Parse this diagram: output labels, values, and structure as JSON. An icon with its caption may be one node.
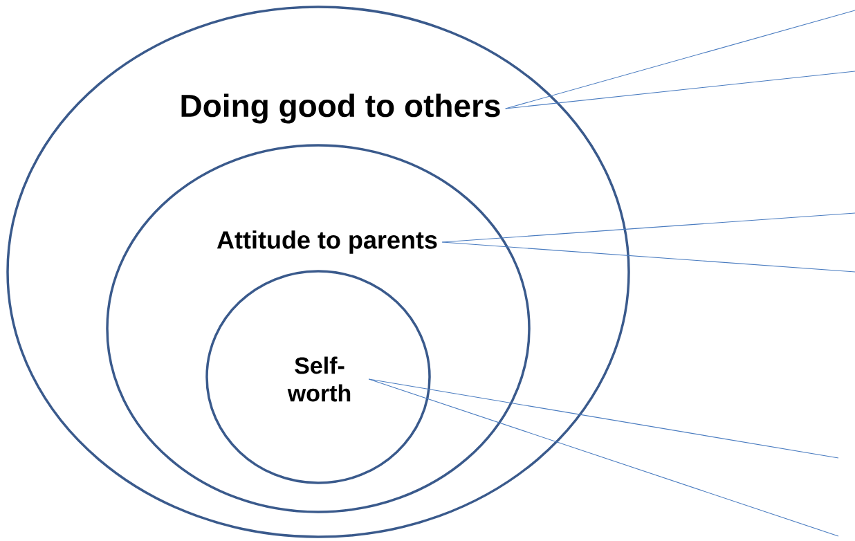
{
  "diagram": {
    "nodes": [
      {
        "text": [
          "Doing good to others"
        ]
      },
      {
        "text": [
          "Attitude to parents"
        ],
        "in": 0
      },
      {
        "text": [
          "Self-worth"
        ],
        "in": 1
      }
    ],
    "edges": [
      {
        "from": 0,
        "to": null,
        "arrow": "none"
      },
      {
        "from": 0,
        "to": null,
        "arrow": "none"
      },
      {
        "from": 1,
        "to": null,
        "arrow": "none"
      },
      {
        "from": 1,
        "to": null,
        "arrow": "none"
      },
      {
        "from": 2,
        "to": null,
        "arrow": "none"
      },
      {
        "from": 2,
        "to": null,
        "arrow": "none"
      }
    ]
  }
}
